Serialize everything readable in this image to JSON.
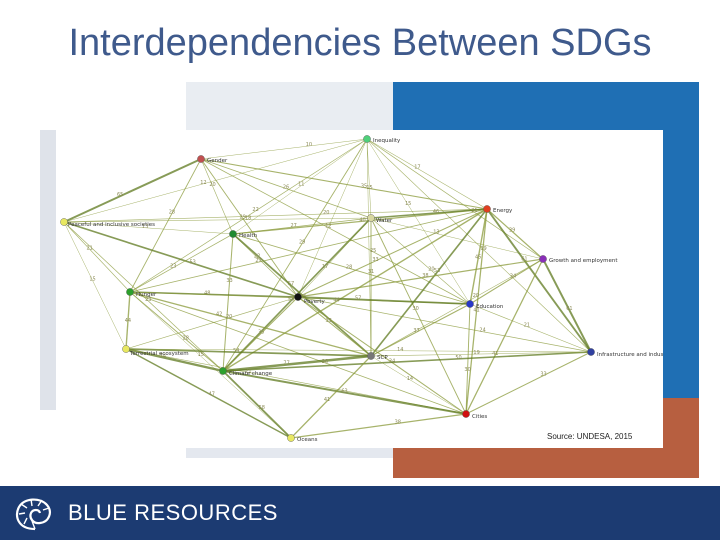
{
  "slide": {
    "title": "Interdependencies Between SDGs",
    "source": "Source: UNDESA, 2015"
  },
  "footer": {
    "logo_text": "BLUE RESOURCES",
    "logo_icon": "nautilus-shell-icon",
    "background": "#1c3b72"
  },
  "colors": {
    "title": "#3f5a8c",
    "edge": "#8a9a3a",
    "edge_strong": "#5f7a1f"
  },
  "network": {
    "nodes": [
      {
        "id": "inequality",
        "label": "Inequality",
        "color": "#4fd07a"
      },
      {
        "id": "gender",
        "label": "Gender",
        "color": "#c05050"
      },
      {
        "id": "peaceful",
        "label": "Peaceful and inclusive societies",
        "color": "#e8e860"
      },
      {
        "id": "health",
        "label": "Health",
        "color": "#1f8a2f"
      },
      {
        "id": "water",
        "label": "Water",
        "color": "#d8d8a0"
      },
      {
        "id": "energy",
        "label": "Energy",
        "color": "#e04020"
      },
      {
        "id": "growth",
        "label": "Growth and employment",
        "color": "#8a2fb8"
      },
      {
        "id": "hunger",
        "label": "Hunger",
        "color": "#2ca02c"
      },
      {
        "id": "poverty",
        "label": "Poverty",
        "color": "#111111"
      },
      {
        "id": "education",
        "label": "Education",
        "color": "#2838c8"
      },
      {
        "id": "infrastructure",
        "label": "Infrastructure and industry",
        "color": "#3040a0"
      },
      {
        "id": "terrestrial",
        "label": "Terrestrial ecosystem",
        "color": "#e8e860"
      },
      {
        "id": "climate",
        "label": "Climate change",
        "color": "#2ca02c"
      },
      {
        "id": "scp",
        "label": "SCP",
        "color": "#777777"
      },
      {
        "id": "cities",
        "label": "Cities",
        "color": "#d01010"
      },
      {
        "id": "oceans",
        "label": "Oceans",
        "color": "#e8e860"
      }
    ],
    "edges": [
      {
        "from": "inequality",
        "to": "gender",
        "weight": "10"
      },
      {
        "from": "inequality",
        "to": "energy",
        "weight": "17"
      },
      {
        "from": "inequality",
        "to": "health",
        "weight": "11"
      },
      {
        "from": "inequality",
        "to": "poverty",
        "weight": "12"
      },
      {
        "from": "inequality",
        "to": "water",
        "weight": "15"
      },
      {
        "from": "inequality",
        "to": "education",
        "weight": "15"
      },
      {
        "from": "inequality",
        "to": "hunger",
        "weight": "22"
      },
      {
        "from": "inequality",
        "to": "peaceful",
        "weight": "12"
      },
      {
        "from": "inequality",
        "to": "growth",
        "weight": "21"
      },
      {
        "from": "inequality",
        "to": "scp",
        "weight": "9"
      },
      {
        "from": "inequality",
        "to": "climate",
        "weight": "29"
      },
      {
        "from": "inequality",
        "to": "infrastructure",
        "weight": "19"
      },
      {
        "from": "gender",
        "to": "peaceful",
        "weight": "65"
      },
      {
        "from": "gender",
        "to": "health",
        "weight": "20"
      },
      {
        "from": "gender",
        "to": "poverty",
        "weight": "29"
      },
      {
        "from": "gender",
        "to": "water",
        "weight": "26"
      },
      {
        "from": "gender",
        "to": "energy",
        "weight": "35"
      },
      {
        "from": "gender",
        "to": "education",
        "weight": "25"
      },
      {
        "from": "gender",
        "to": "hunger",
        "weight": "28"
      },
      {
        "from": "peaceful",
        "to": "health",
        "weight": "13"
      },
      {
        "from": "peaceful",
        "to": "poverty",
        "weight": "53"
      },
      {
        "from": "peaceful",
        "to": "energy",
        "weight": "20"
      },
      {
        "from": "peaceful",
        "to": "hunger",
        "weight": "21"
      },
      {
        "from": "peaceful",
        "to": "terrestrial",
        "weight": "15"
      },
      {
        "from": "peaceful",
        "to": "climate",
        "weight": "23"
      },
      {
        "from": "peaceful",
        "to": "water",
        "weight": "18"
      },
      {
        "from": "health",
        "to": "poverty",
        "weight": "22"
      },
      {
        "from": "health",
        "to": "water",
        "weight": "27"
      },
      {
        "from": "health",
        "to": "energy",
        "weight": "40"
      },
      {
        "from": "health",
        "to": "hunger",
        "weight": "23"
      },
      {
        "from": "health",
        "to": "climate",
        "weight": "33"
      },
      {
        "from": "health",
        "to": "scp",
        "weight": "57"
      },
      {
        "from": "health",
        "to": "education",
        "weight": "28"
      },
      {
        "from": "water",
        "to": "energy",
        "weight": "46"
      },
      {
        "from": "water",
        "to": "poverty",
        "weight": "17"
      },
      {
        "from": "water",
        "to": "scp",
        "weight": "31"
      },
      {
        "from": "water",
        "to": "cities",
        "weight": "30"
      },
      {
        "from": "water",
        "to": "climate",
        "weight": "53"
      },
      {
        "from": "water",
        "to": "education",
        "weight": "20"
      },
      {
        "from": "water",
        "to": "growth",
        "weight": "13"
      },
      {
        "from": "energy",
        "to": "growth",
        "weight": "39"
      },
      {
        "from": "energy",
        "to": "education",
        "weight": "45"
      },
      {
        "from": "energy",
        "to": "poverty",
        "weight": "33"
      },
      {
        "from": "energy",
        "to": "infrastructure",
        "weight": "61"
      },
      {
        "from": "energy",
        "to": "scp",
        "weight": "53"
      },
      {
        "from": "energy",
        "to": "cities",
        "weight": "41"
      },
      {
        "from": "energy",
        "to": "climate",
        "weight": "44"
      },
      {
        "from": "energy",
        "to": "hunger",
        "weight": "27"
      },
      {
        "from": "growth",
        "to": "education",
        "weight": "34"
      },
      {
        "from": "growth",
        "to": "poverty",
        "weight": "38"
      },
      {
        "from": "growth",
        "to": "infrastructure",
        "weight": "61"
      },
      {
        "from": "growth",
        "to": "cities",
        "weight": "41"
      },
      {
        "from": "growth",
        "to": "scp",
        "weight": "20"
      },
      {
        "from": "hunger",
        "to": "poverty",
        "weight": "48"
      },
      {
        "from": "hunger",
        "to": "terrestrial",
        "weight": "44"
      },
      {
        "from": "hunger",
        "to": "climate",
        "weight": "28"
      },
      {
        "from": "hunger",
        "to": "scp",
        "weight": "42"
      },
      {
        "from": "hunger",
        "to": "oceans",
        "weight": "15"
      },
      {
        "from": "hunger",
        "to": "education",
        "weight": "25"
      },
      {
        "from": "hunger",
        "to": "cities",
        "weight": "26"
      },
      {
        "from": "poverty",
        "to": "education",
        "weight": "57"
      },
      {
        "from": "poverty",
        "to": "scp",
        "weight": "33"
      },
      {
        "from": "poverty",
        "to": "climate",
        "weight": "35"
      },
      {
        "from": "poverty",
        "to": "cities",
        "weight": "34"
      },
      {
        "from": "poverty",
        "to": "infrastructure",
        "weight": "24"
      },
      {
        "from": "poverty",
        "to": "terrestrial",
        "weight": "20"
      },
      {
        "from": "education",
        "to": "infrastructure",
        "weight": "21"
      },
      {
        "from": "education",
        "to": "scp",
        "weight": "37"
      },
      {
        "from": "education",
        "to": "cities",
        "weight": "30"
      },
      {
        "from": "terrestrial",
        "to": "climate",
        "weight": "74"
      },
      {
        "from": "terrestrial",
        "to": "scp",
        "weight": "54"
      },
      {
        "from": "terrestrial",
        "to": "oceans",
        "weight": "47"
      },
      {
        "from": "terrestrial",
        "to": "infrastructure",
        "weight": "14"
      },
      {
        "from": "terrestrial",
        "to": "cities",
        "weight": "21"
      },
      {
        "from": "climate",
        "to": "scp",
        "weight": "77"
      },
      {
        "from": "climate",
        "to": "cities",
        "weight": "63"
      },
      {
        "from": "climate",
        "to": "oceans",
        "weight": "58"
      },
      {
        "from": "climate",
        "to": "infrastructure",
        "weight": "50"
      },
      {
        "from": "scp",
        "to": "cities",
        "weight": "14"
      },
      {
        "from": "scp",
        "to": "infrastructure",
        "weight": "19"
      },
      {
        "from": "scp",
        "to": "oceans",
        "weight": "41"
      },
      {
        "from": "cities",
        "to": "infrastructure",
        "weight": "33"
      },
      {
        "from": "cities",
        "to": "oceans",
        "weight": "38"
      }
    ]
  }
}
